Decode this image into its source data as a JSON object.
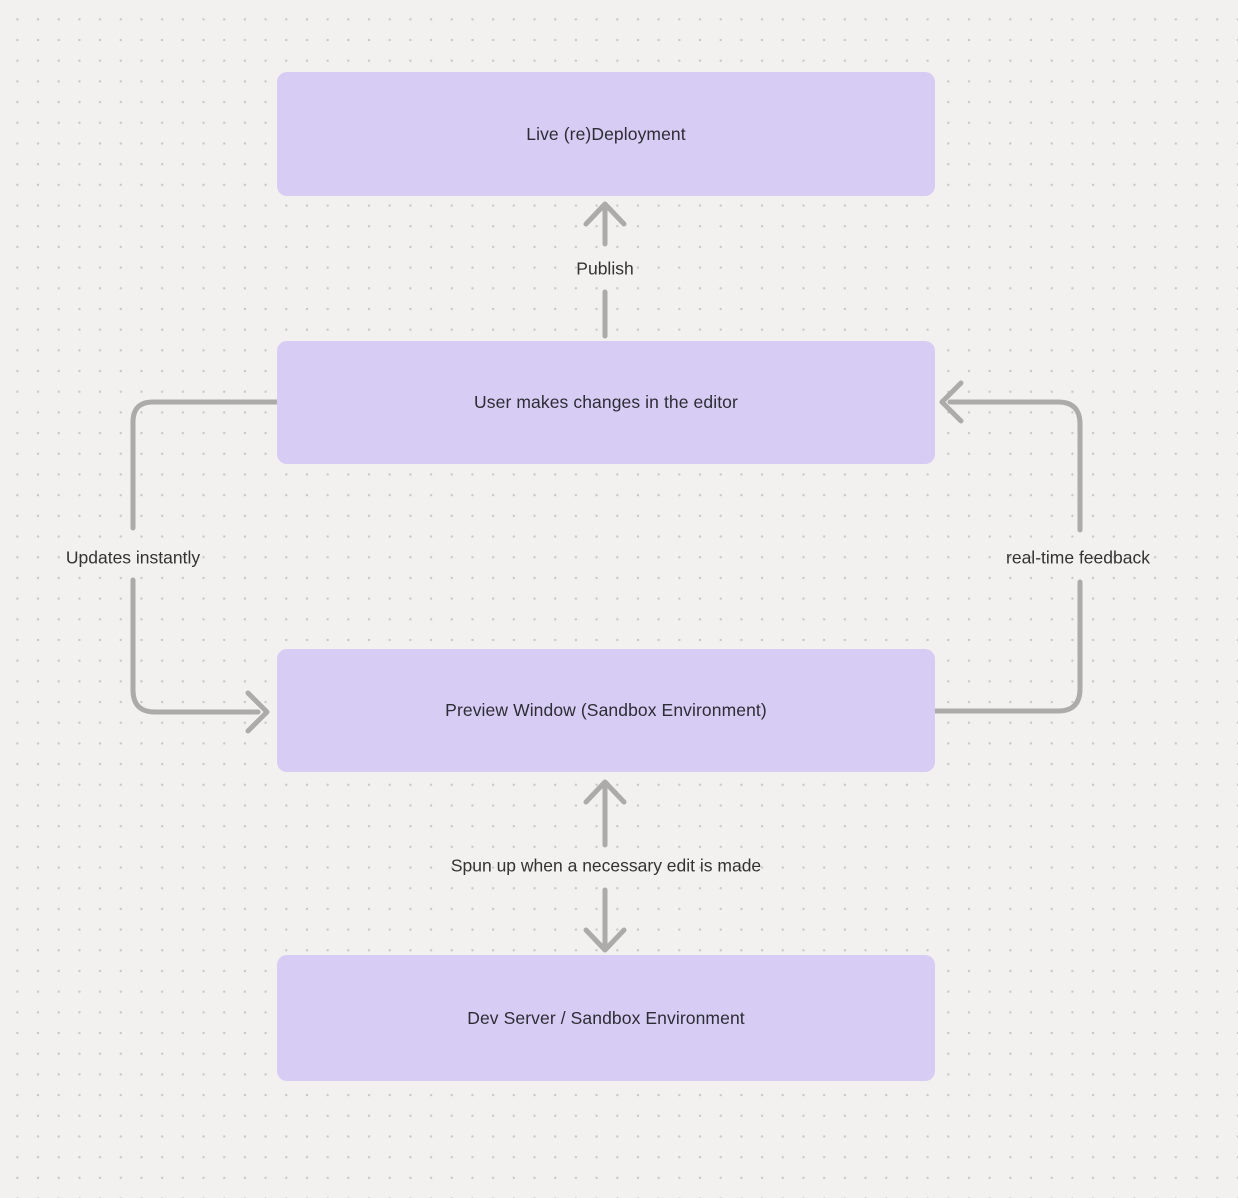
{
  "diagram": {
    "nodes": [
      {
        "id": "live-redeployment",
        "label": "Live (re)Deployment"
      },
      {
        "id": "user-editor",
        "label": "User makes changes in the editor"
      },
      {
        "id": "preview-window",
        "label": "Preview Window (Sandbox Environment)"
      },
      {
        "id": "dev-server",
        "label": "Dev Server / Sandbox Environment"
      }
    ],
    "edges": [
      {
        "id": "publish",
        "label": "Publish",
        "from": "user-editor",
        "to": "live-redeployment",
        "direction": "up"
      },
      {
        "id": "updates-instantly",
        "label": "Updates instantly",
        "from": "user-editor",
        "to": "preview-window",
        "direction": "left-loop"
      },
      {
        "id": "realtime-feedback",
        "label": "real-time feedback",
        "from": "preview-window",
        "to": "user-editor",
        "direction": "right-loop"
      },
      {
        "id": "spun-up",
        "label": "Spun up when a necessary edit is made",
        "from": "preview-window",
        "to": "dev-server",
        "direction": "bidirectional"
      }
    ],
    "colors": {
      "background": "#f2f1ef",
      "dot_grid": "#c9c8c6",
      "node_fill": "#d7ccf3",
      "node_text": "#2d2d35",
      "arrow": "#acabaa",
      "edge_label_text": "#333333"
    }
  }
}
